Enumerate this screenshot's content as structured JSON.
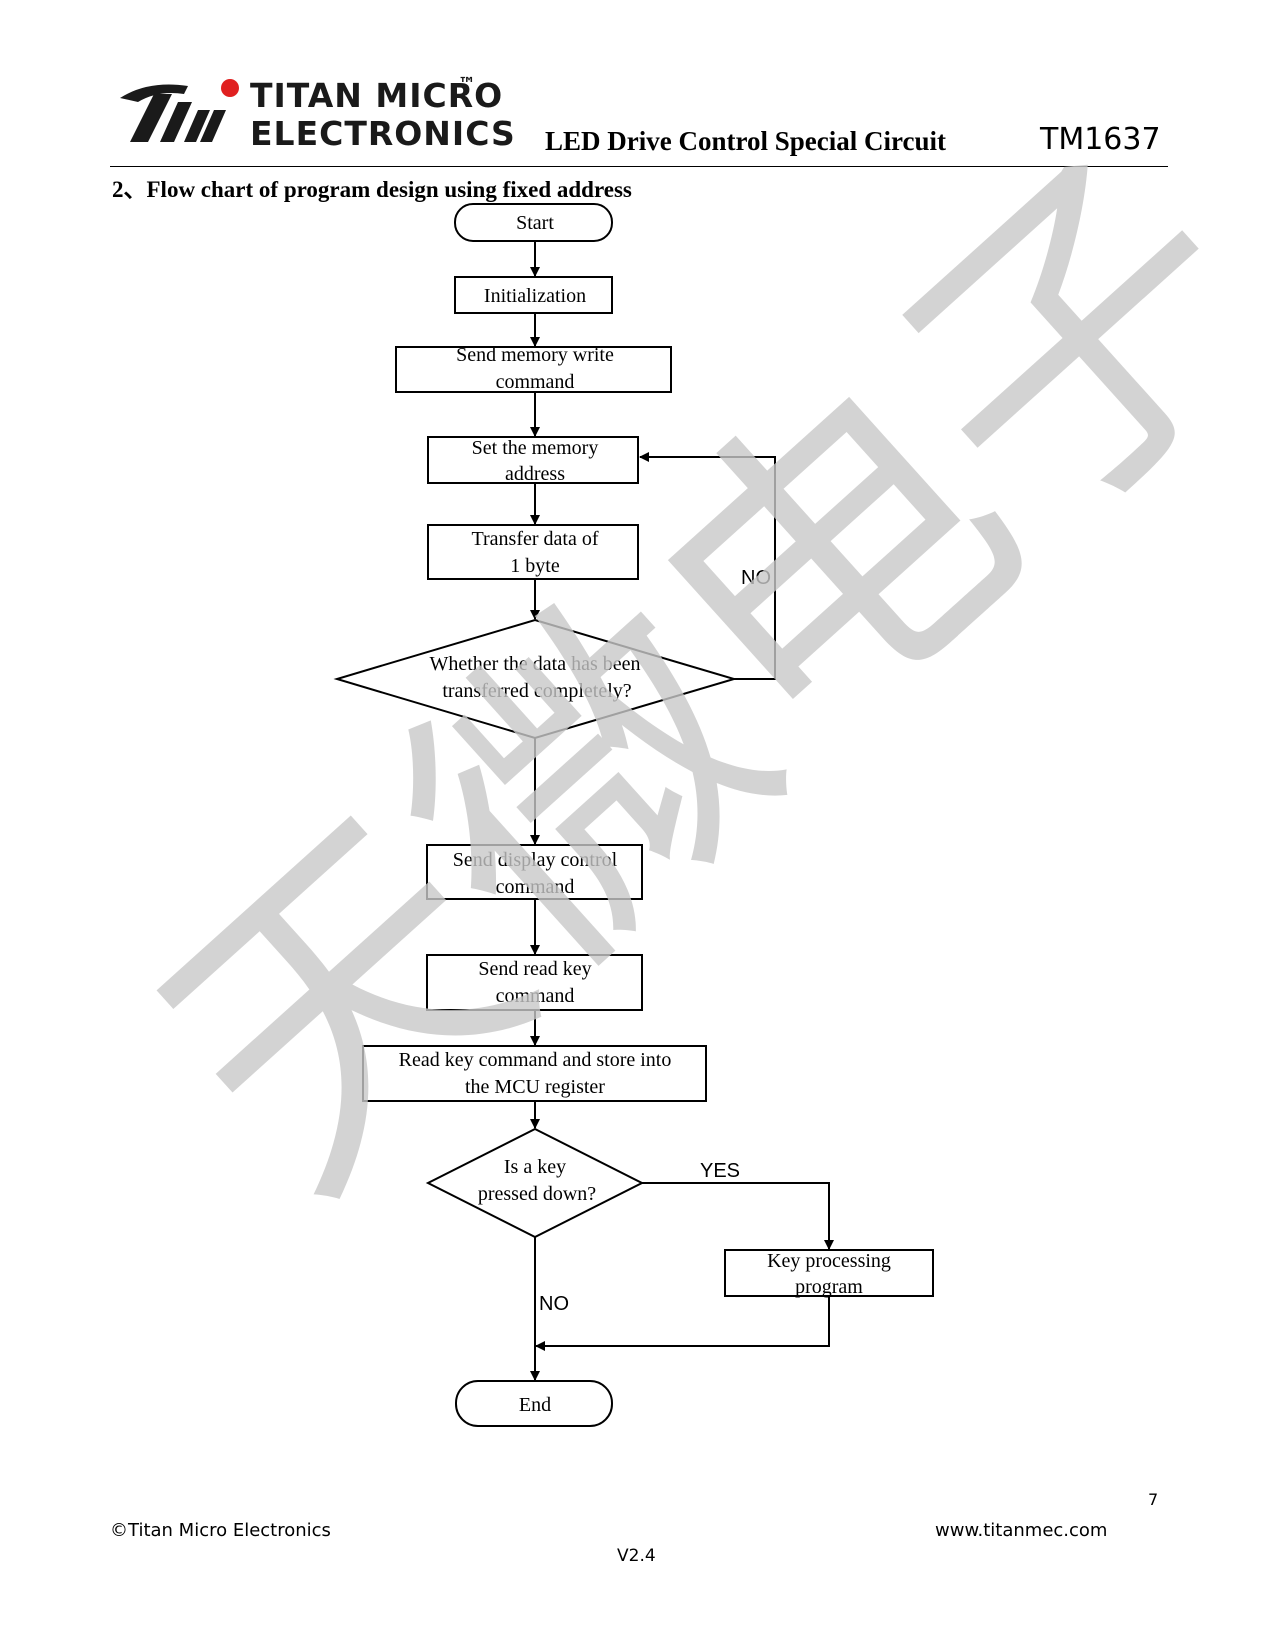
{
  "header": {
    "logo": {
      "line1": "TITAN MICRO",
      "line2": "ELECTRONICS",
      "trademark": "™",
      "accent_color": "#e02020"
    },
    "subtitle": "LED Drive Control Special Circuit",
    "model": "TM1637"
  },
  "section_title": "2、Flow chart of program design using fixed address",
  "flowchart": {
    "start": "Start",
    "init": "Initialization",
    "send_write_1": "Send memory write",
    "send_write_2": "command",
    "set_addr_1": "Set the memory",
    "set_addr_2": "address",
    "transfer_1": "Transfer data of",
    "transfer_2": "1 byte",
    "decision1_1": "Whether the data has been",
    "decision1_2": "transferred completely?",
    "no_label_1": "NO",
    "display_1": "Send display control",
    "display_2": "command",
    "readkey_1": "Send read key",
    "readkey_2": "command",
    "store_1": "Read key command and store into",
    "store_2": "the MCU register",
    "decision2_1": "Is a key",
    "decision2_2": "pressed down?",
    "yes_label": "YES",
    "no_label_2": "NO",
    "keyproc_1": "Key processing",
    "keyproc_2": "program",
    "end": "End"
  },
  "watermark": {
    "text": "天微电子",
    "color": "#c8c8c8"
  },
  "footer": {
    "page_number": "7",
    "copyright": "©Titan Micro Electronics",
    "website": "www.titanmec.com",
    "version": "V2.4"
  }
}
